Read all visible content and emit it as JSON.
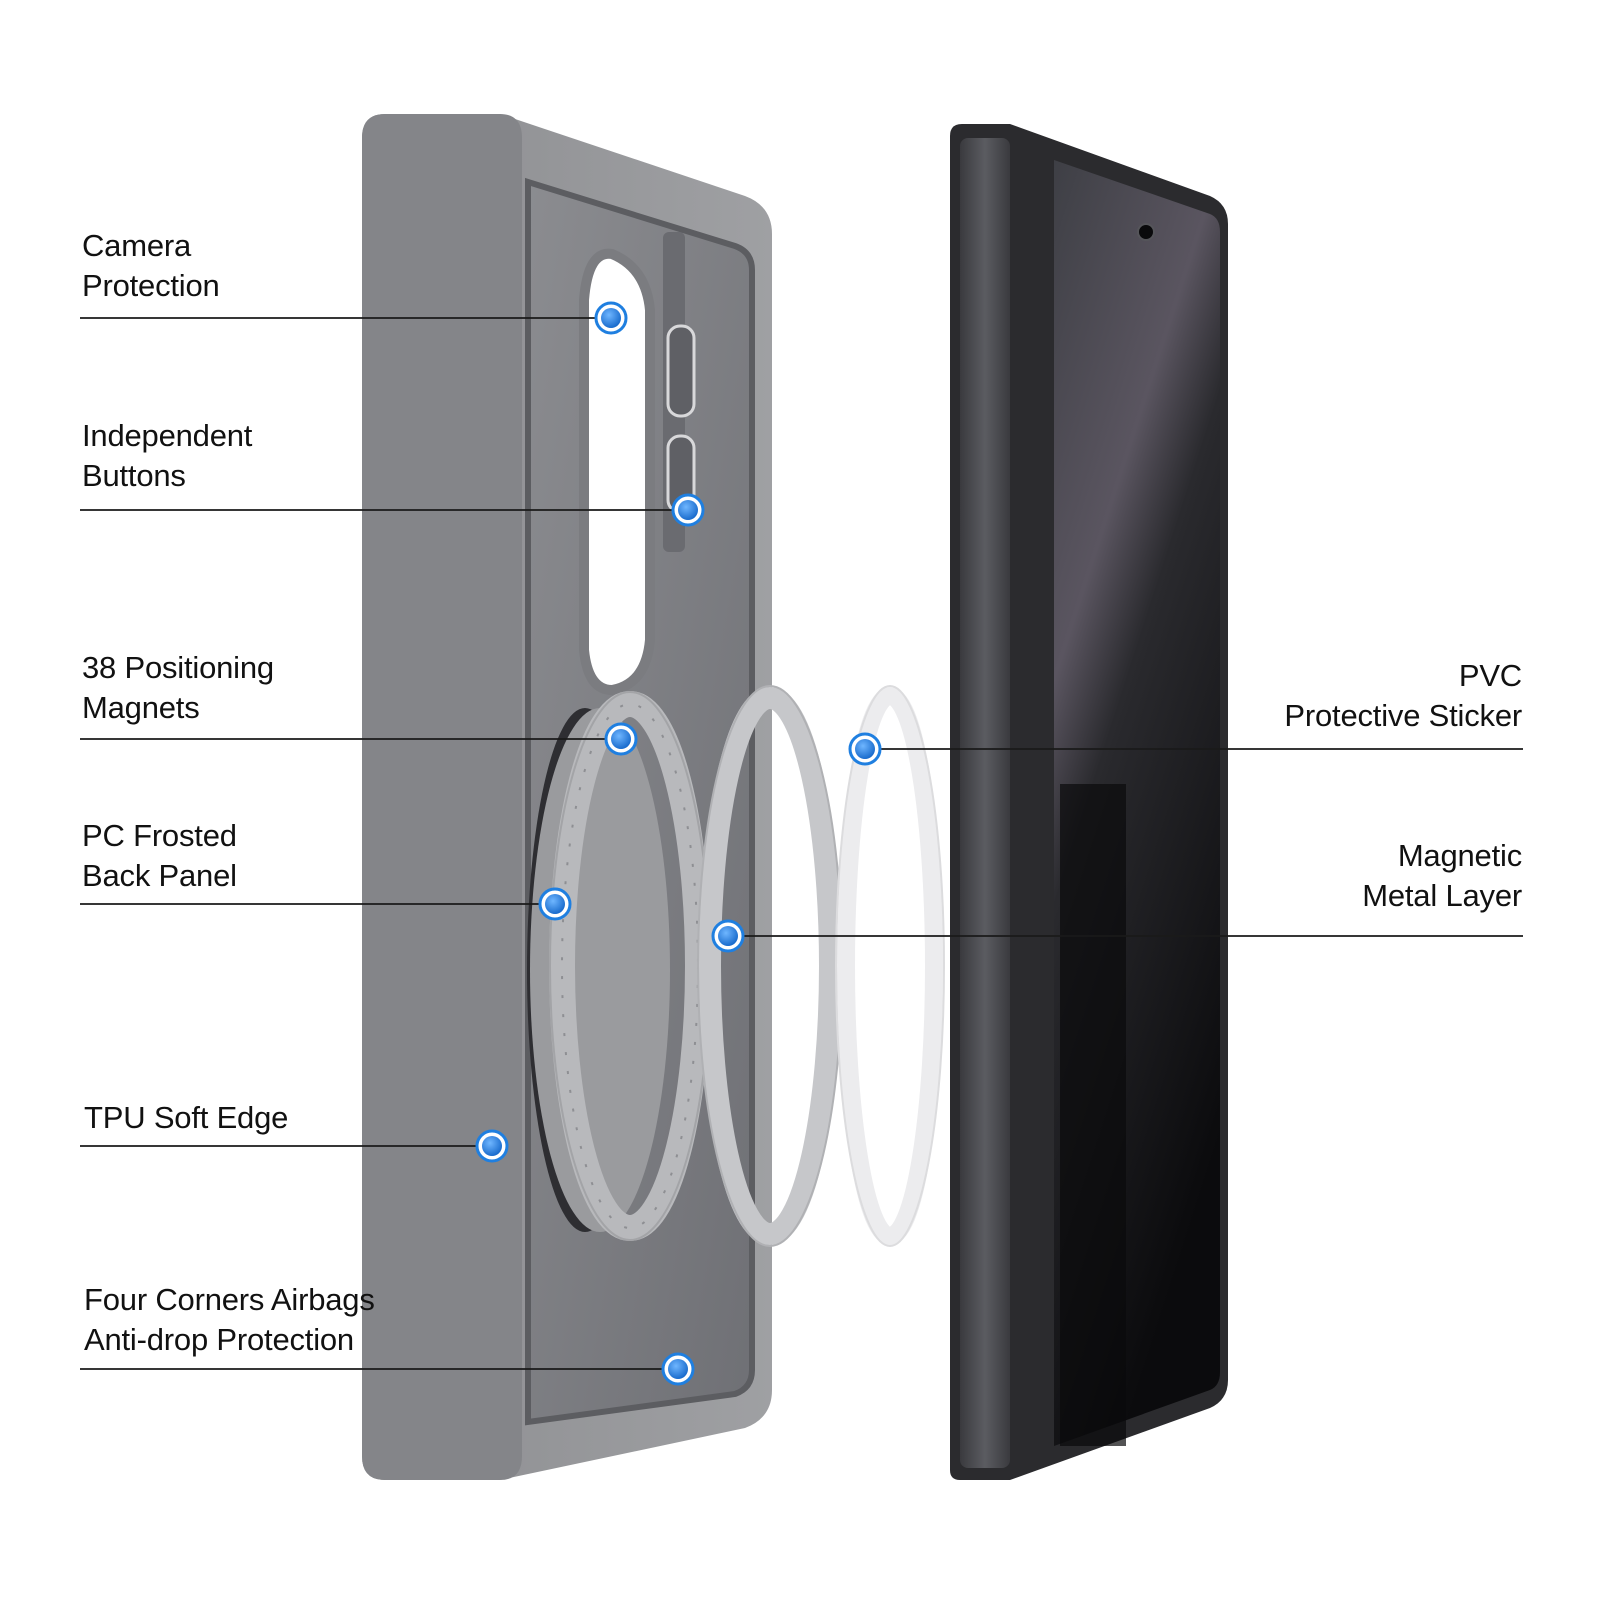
{
  "colors": {
    "case_grey": "#8a8b8e",
    "case_grey_light": "#9d9ea1",
    "case_inner": "#74757a",
    "phone_frame": "#2a2a2d",
    "screen_top": "#4a4a52",
    "screen_bottom": "#0d0d0f",
    "marker_blue": "#1f7fe0",
    "line": "#1a1a1a"
  },
  "callouts": {
    "camera_protection": {
      "line1": "Camera",
      "line2": "Protection"
    },
    "independent_buttons": {
      "line1": "Independent",
      "line2": "Buttons"
    },
    "positioning_magnets": {
      "line1": "38 Positioning",
      "line2": "Magnets"
    },
    "pc_back_panel": {
      "line1": "PC Frosted",
      "line2": "Back Panel"
    },
    "tpu_soft_edge": {
      "line1": "TPU Soft Edge"
    },
    "corner_airbags": {
      "line1": "Four Corners Airbags",
      "line2": "Anti-drop Protection"
    },
    "pvc_sticker": {
      "line1": "PVC",
      "line2": "Protective Sticker"
    },
    "magnetic_metal": {
      "line1": "Magnetic",
      "line2": "Metal Layer"
    }
  }
}
